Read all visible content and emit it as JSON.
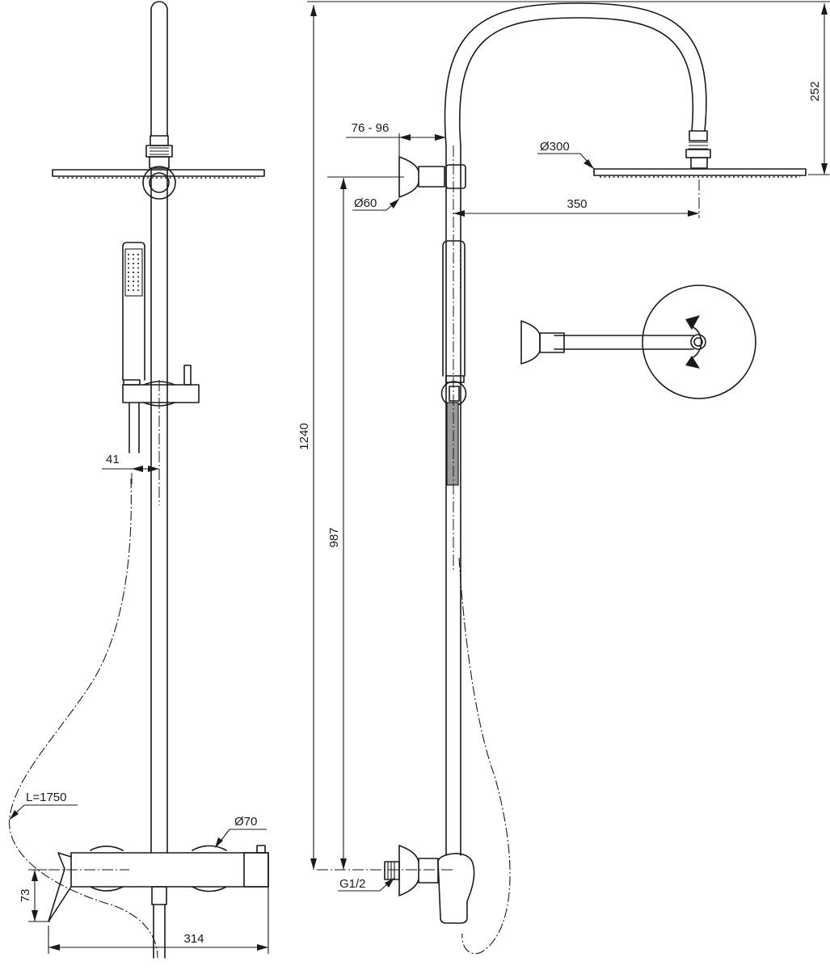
{
  "dimensions": {
    "total_height": "1240",
    "outlet_height": "987",
    "arm_drop": "252",
    "arm_reach": "350",
    "wall_offset": "76 - 96",
    "rain_head_diameter": "Ø300",
    "flange_diameter": "Ø60",
    "rosette_diameter": "Ø70",
    "hose_length": "L=1750",
    "hand_shower_offset": "41",
    "mixer_height": "73",
    "mixer_width": "314",
    "inlet_thread": "G1/2"
  }
}
